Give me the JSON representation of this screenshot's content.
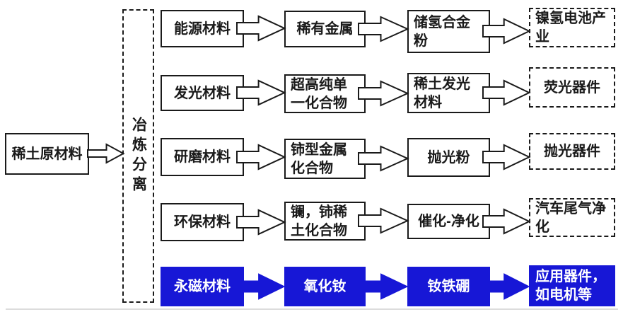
{
  "flowchart": {
    "source_box": "稀土原材料",
    "process_box": "冶炼分离",
    "rows": [
      {
        "category": "能源材料",
        "step2": "稀有金属",
        "step3": "储氢合金粉",
        "end": "镍氢电池产业"
      },
      {
        "category": "发光材料",
        "step2": "超高纯单一化合物",
        "step3": "稀土发光材料",
        "end": "荧光器件"
      },
      {
        "category": "研磨材料",
        "step2": "铈型金属化合物",
        "step3": "抛光粉",
        "end": "抛光器件"
      },
      {
        "category": "环保材料",
        "step2": "镧，铈稀土化合物",
        "step3": "催化-净化",
        "end": "汽车尾气净化"
      },
      {
        "category": "永磁材料",
        "step2": "氧化钕",
        "step3": "钕铁硼",
        "end": "应用器件，如电机等"
      }
    ],
    "colors": {
      "highlight_blue": "#1717d6",
      "line_black": "#1a1a1a"
    },
    "icons": {
      "flow_arrow": "block-right-arrow"
    }
  }
}
